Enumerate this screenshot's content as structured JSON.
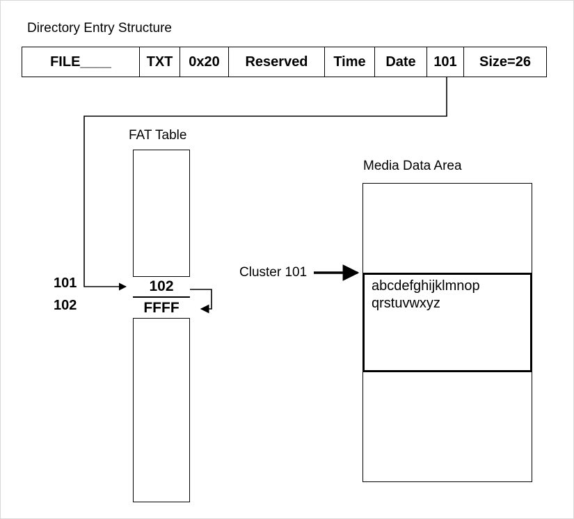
{
  "diagram": {
    "title": "Directory Entry Structure",
    "directory_entry": {
      "title": "Directory Entry Structure",
      "cells": [
        {
          "label": "FILE____",
          "width": 169
        },
        {
          "label": "TXT",
          "width": 58
        },
        {
          "label": "0x20",
          "width": 70
        },
        {
          "label": "Reserved",
          "width": 138
        },
        {
          "label": "Time",
          "width": 72
        },
        {
          "label": "Date",
          "width": 75
        },
        {
          "label": "101",
          "width": 53
        },
        {
          "label": "Size=26",
          "width": 118
        }
      ]
    },
    "fat_table": {
      "title": "FAT Table",
      "index_labels": [
        "101",
        "102"
      ],
      "entries": [
        {
          "index": "101",
          "value": "102"
        },
        {
          "index": "102",
          "value": "FFFF"
        }
      ]
    },
    "media_data_area": {
      "title": "Media Data Area",
      "cluster_pointer_label": "Cluster 101",
      "cluster_contents": "abcdefghijklmnop\nqrstuvwxyz"
    },
    "colors": {
      "stroke": "#000000",
      "text": "#000000",
      "background": "#ffffff",
      "page_border": "#d8d8d8"
    }
  }
}
